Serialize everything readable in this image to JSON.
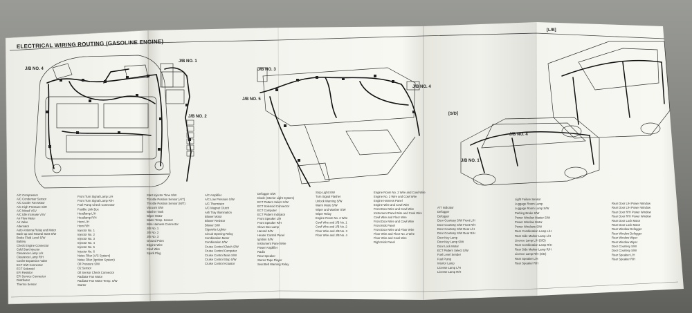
{
  "page": {
    "title": "ELECTRICAL WIRING ROUTING (GASOLINE ENGINE)",
    "variant_lb": "[L/B]",
    "variant_sd": "[S/D]"
  },
  "junction_blocks": {
    "jb4_left": "J/B NO. 4",
    "jb1_top": "J/B NO. 1",
    "jb2": "J/B NO. 2",
    "jb3": "J/B NO. 3",
    "jb5": "J/B NO. 5",
    "jb4_mid": "J/B NO. 4",
    "jb4_right": "J/B NO. 4",
    "jb1_right": "J/B NO. 1"
  },
  "legend": {
    "col1": [
      "A/C Compressor",
      "A/C Condenser Sensor",
      "A/C Cooler Fan Motor",
      "A/C High Pressure S/W",
      "A/C Mixed VSV",
      "A/C Idle Increase VSV",
      "Air Flow Meter",
      "Air Valve",
      "Alternator",
      "Auto Antenna Relay and Motor",
      "Back-up and Neutral Start S/W",
      "Brake Fluid Level S/W",
      "Battery",
      "Check Engine Connector",
      "Cold Start Injector",
      "Clearance Lamp L/H",
      "Clearance Lamp R/H",
      "Cooler Expansion Valve",
      "ECT S/W Connector",
      "ECT Solenoid",
      "EFI Resistor",
      "EFI Service Connector",
      "Distributor",
      "Thermo Sensor"
    ],
    "col2": [
      "Front Turn Signal Lamp L/H",
      "Front Turn Signal Lamp R/H",
      "Fuel Pump Check Connector",
      "Fusible Link Box",
      "Headlamp L/H",
      "Headlamp R/H",
      "Horn L/H",
      "Horn R/H",
      "Injector No. 1",
      "Injector No. 2",
      "Injector No. 3",
      "Injector No. 4",
      "Injector No. 5",
      "Injector No. 6",
      "Noise Filter (A/C System)",
      "Noise Filter (Ignition System)",
      "Oil Pressure S/W",
      "O2 Sensor",
      "Oil Sensor Check Connector",
      "Radiator Fan Motor",
      "Radiator Fan Motor Temp. S/W",
      "Starter"
    ],
    "col3": [
      "Start Injector Time S/W",
      "Throttle Position Sensor (A/T)",
      "Throttle Position Sensor (M/T)",
      "Vacuum S/W",
      "Washer Tank",
      "Wiper Motor",
      "Water Temp. Sensor",
      "Wire Harness Connector",
      "J/B No. 1",
      "J/B No. 2",
      "J/B No. 3",
      "Ground Point",
      "Engine Wire",
      "Cowl Wire",
      "Spark Plug"
    ],
    "col4": [
      "A/C Amplifier",
      "A/C Low Pressure S/W",
      "A/C Thermistor",
      "A/C Magnet Clutch",
      "Ash Tray Illumination",
      "Blower Motor",
      "Blower Resistor",
      "Blower S/W",
      "Cigarette Lighter",
      "Circuit Opening Relay",
      "Combination Meter",
      "Combination S/W",
      "Cruise Control Clutch S/W",
      "Cruise Control Computer",
      "Cruise Control Main S/W",
      "Cruise Control Stop S/W",
      "Cruise Control Actuator"
    ],
    "col5": [
      "Defogger S/W",
      "Diode (Interior Light System)",
      "ECT Pattern Select S/W",
      "ECT Solenoid Connector",
      "ECT Computer",
      "ECT Pattern Indicator",
      "Front Speaker L/H",
      "Front Speaker R/H",
      "Glove Box Lamp",
      "Hazard S/W",
      "Heater Control Panel",
      "Ignition S/W",
      "Instrument Panel Wire",
      "Power Amplifier",
      "Radio",
      "Rear Speaker",
      "Stereo Tape Player",
      "Seat Belt Warning Relay"
    ],
    "col6": [
      "Stop Light S/W",
      "Turn Signal Flasher",
      "Unlock Warning S/W",
      "Warm Mode S/W",
      "Wiper and Washer S/W",
      "Wiper Relay",
      "Engine Room No. 2 Wire",
      "Cowl Wire and J/B No. 1",
      "Cowl Wire and J/B No. 2",
      "Floor Wire and J/B No. 3",
      "Floor Wire and J/B No. 4"
    ],
    "col7": [
      "Engine Room No. 2 Wire and Cowl Wire",
      "Engine No. 2 Wire and Cowl Wire",
      "Engine Harness Panel",
      "Engine Wire and Cowl Wire",
      "Front Door Wire and Cowl Wire",
      "Instrument Panel Wire and Cowl Wire",
      "Cowl Wire and Floor Wire",
      "Front Door Wire and Cowl Wire",
      "Front Kick Panel",
      "Front Door Wire and Floor Wire",
      "Floor Wire and Floor No. 2 Wire",
      "Floor Wire and Cowl Wire",
      "Right Kick Panel"
    ],
    "col8": [
      "A/T Indicator",
      "Defogger",
      "Defogger",
      "Door Courtesy S/W Front L/H",
      "Door Courtesy S/W Front R/H",
      "Door Courtesy S/W Rear L/H",
      "Door Courtesy S/W Rear R/H",
      "Door Key Lamp",
      "Door Key Lamp S/W",
      "Door Lock Motor",
      "ECT Pattern Select S/W",
      "Fuel Level Sender",
      "Fuel Pump",
      "Interior Lamp",
      "License Lamp L/H",
      "License Lamp R/H"
    ],
    "col9": [
      "Light Failure Sensor",
      "Luggage Room Lamp",
      "Luggage Room Lamp S/W",
      "Parking Brake S/W",
      "Power Window Master S/W",
      "Power Window Motor",
      "Power Windows S/W",
      "Rear Combination Lamp L/H",
      "Rear Side Marker Lamp L/H",
      "Licence Lamp L/H (S/D)",
      "Rear Combination Lamp R/H",
      "Rear Side Marker Lamp R/H",
      "Licence Lamp R/H (S/D)",
      "Rear Speaker L/H",
      "Rear Speaker R/H"
    ],
    "col10": [
      "Rear Door L/H Power Window",
      "Rear Door L/H Power Window",
      "Rear Door R/H Power Window",
      "Rear Door R/H Power Window",
      "Rear Door Lock Motor",
      "Rear Door Lock Motor",
      "Rear Window Defogger",
      "Rear Window Defogger",
      "Rear Window Wiper",
      "Rear Window Wiper",
      "Door Courtesy S/W",
      "Door Courtesy S/W",
      "Rear Speaker L/H",
      "Rear Speaker R/H"
    ]
  }
}
